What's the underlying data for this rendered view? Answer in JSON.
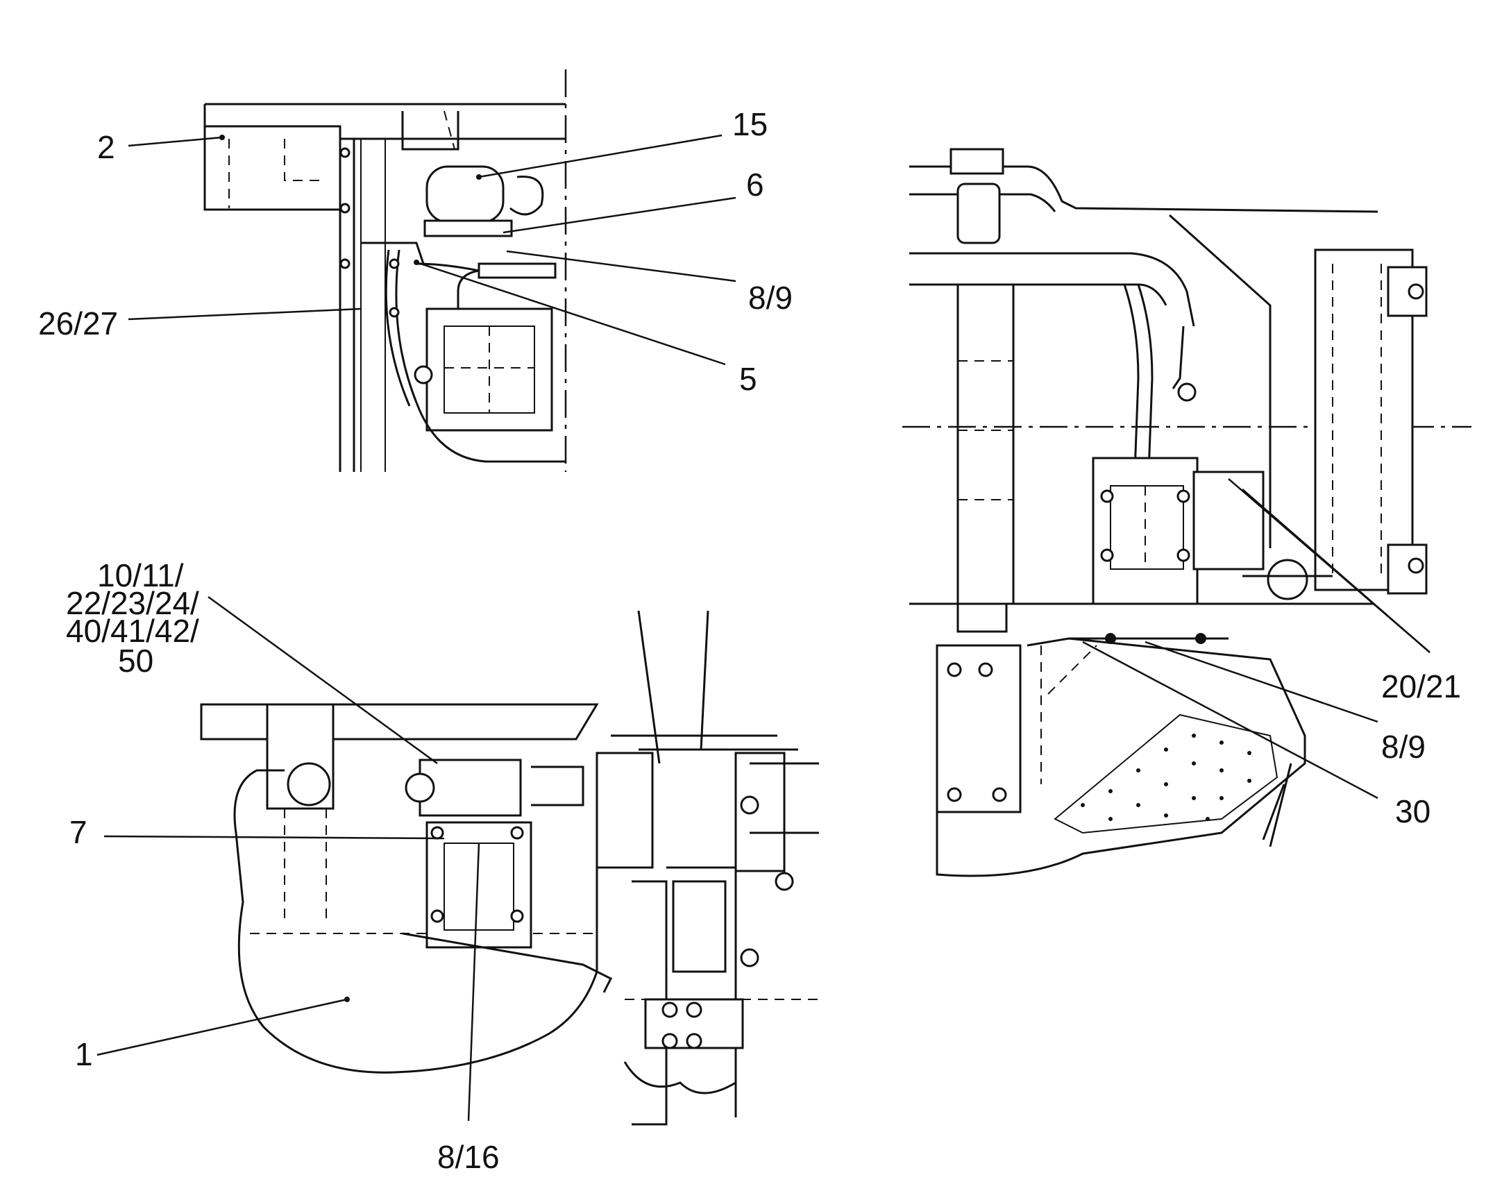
{
  "labels": {
    "top_left": {
      "l2": "2",
      "l15": "15",
      "l6": "6",
      "l8_9": "8/9",
      "l26_27": "26/27",
      "l5": "5"
    },
    "right": {
      "l20_21": "20/21",
      "l8_9": "8/9",
      "l30": "30"
    },
    "bottom_left": {
      "multi_line1": "10/11/",
      "multi_line2": "22/23/24/",
      "multi_line3": "40/41/42/",
      "multi_line4": "50",
      "l7": "7",
      "l1": "1",
      "l8_16": "8/16"
    }
  },
  "colors": {
    "ink": "#111111",
    "paper": "#ffffff"
  }
}
